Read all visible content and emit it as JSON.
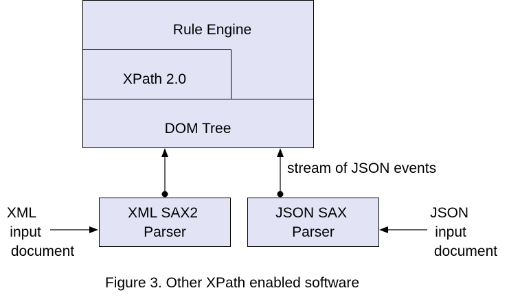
{
  "diagram": {
    "rule_engine": "Rule Engine",
    "xpath": "XPath 2.0",
    "dom_tree": "DOM Tree",
    "xml_parser": {
      "line1": "XML SAX2",
      "line2": "Parser"
    },
    "json_parser": {
      "line1": "JSON SAX",
      "line2": "Parser"
    },
    "xml_input": {
      "line1": "XML",
      "line2": "input",
      "line3": "document"
    },
    "json_input": {
      "line1": "JSON",
      "line2": "input",
      "line3": "document"
    },
    "stream_label": "stream of JSON events",
    "caption": "Figure 3. Other XPath enabled software"
  },
  "colors": {
    "box_fill": "#e3e3f6",
    "stroke": "#000000",
    "background": "#ffffff"
  }
}
